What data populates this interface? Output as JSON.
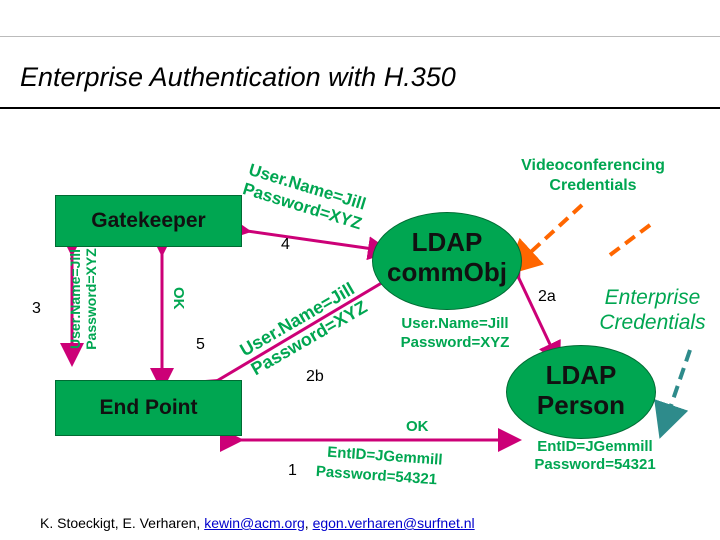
{
  "title": "Enterprise Authentication with H.350",
  "gatekeeper": {
    "label": "Gatekeeper"
  },
  "endpoint": {
    "label": "End Point"
  },
  "ldap_comm": {
    "label_line1": "LDAP",
    "label_line2": "commObj"
  },
  "ldap_person": {
    "label_line1": "LDAP",
    "label_line2": "Person"
  },
  "videoconferencing_credentials": {
    "line1": "Videoconferencing",
    "line2": "Credentials"
  },
  "enterprise_credentials": {
    "line1": "Enterprise",
    "line2": "Credentials"
  },
  "step_labels": {
    "s1": "1",
    "s2a": "2a",
    "s2b": "2b",
    "s3": "3",
    "s4": "4",
    "s5": "5"
  },
  "gk_side_creds": {
    "line1": "User.Name=Jill",
    "line2": "Password=XYZ"
  },
  "ok_vertical": "OK",
  "diag_creds_top": {
    "line1": "User.Name=Jill",
    "line2": "Password=XYZ"
  },
  "diag_creds_mid": {
    "line1": "User.Name=Jill",
    "line2": "Password=XYZ"
  },
  "comm_creds": {
    "line1": "User.Name=Jill",
    "line2": "Password=XYZ"
  },
  "ok_bottom": "OK",
  "bottom_creds": {
    "line1": "EntID=JGemmill",
    "line2": "Password=54321"
  },
  "person_creds": {
    "line1": "EntID=JGemmill",
    "line2": "Password=54321"
  },
  "footer": {
    "authors": "K. Stoeckigt, E. Verharen, ",
    "email1": "kewin@acm.org",
    "sep": ", ",
    "email2": "egon.verharen@surfnet.nl"
  },
  "colors": {
    "green": "#00a651",
    "magenta": "#cc0077",
    "orange": "#ff6600",
    "teal": "#2e8b8b",
    "text_green": "#1a1a1a"
  }
}
